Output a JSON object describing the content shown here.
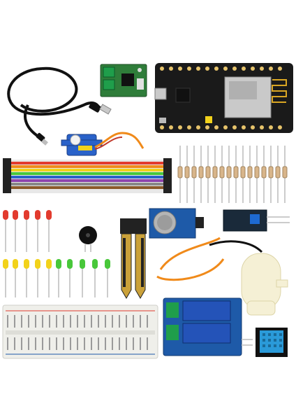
{
  "image": {
    "background": "#ffffff",
    "components": [
      {
        "name": "usb-cable",
        "label": ""
      },
      {
        "name": "motor-driver-board",
        "label": ""
      },
      {
        "name": "esp8266-nodemcu-board",
        "label": ""
      },
      {
        "name": "servo-motor",
        "label": ""
      },
      {
        "name": "jumper-wire-bundle",
        "label": ""
      },
      {
        "name": "resistor-set",
        "label": ""
      },
      {
        "name": "red-led-set",
        "label": ""
      },
      {
        "name": "yellow-led-set",
        "label": ""
      },
      {
        "name": "green-led-set",
        "label": ""
      },
      {
        "name": "buzzer",
        "label": ""
      },
      {
        "name": "soil-moisture-probe",
        "label": ""
      },
      {
        "name": "gas-sensor-module",
        "label": ""
      },
      {
        "name": "small-sensor-module",
        "label": ""
      },
      {
        "name": "mini-water-pump",
        "label": ""
      },
      {
        "name": "breadboard",
        "label": ""
      },
      {
        "name": "dual-relay-module",
        "label": ""
      },
      {
        "name": "dht11-sensor",
        "label": ""
      }
    ],
    "colors": {
      "pcb_black": "#1a1a1a",
      "pcb_blue": "#1e5aa8",
      "pcb_green": "#2f7d3a",
      "servo_blue": "#2a62c9",
      "led_red": "#e23b2e",
      "led_yellow": "#f2d21b",
      "led_green": "#48c73a",
      "wire_orange": "#f08a1a",
      "breadboard": "#efefea"
    }
  }
}
